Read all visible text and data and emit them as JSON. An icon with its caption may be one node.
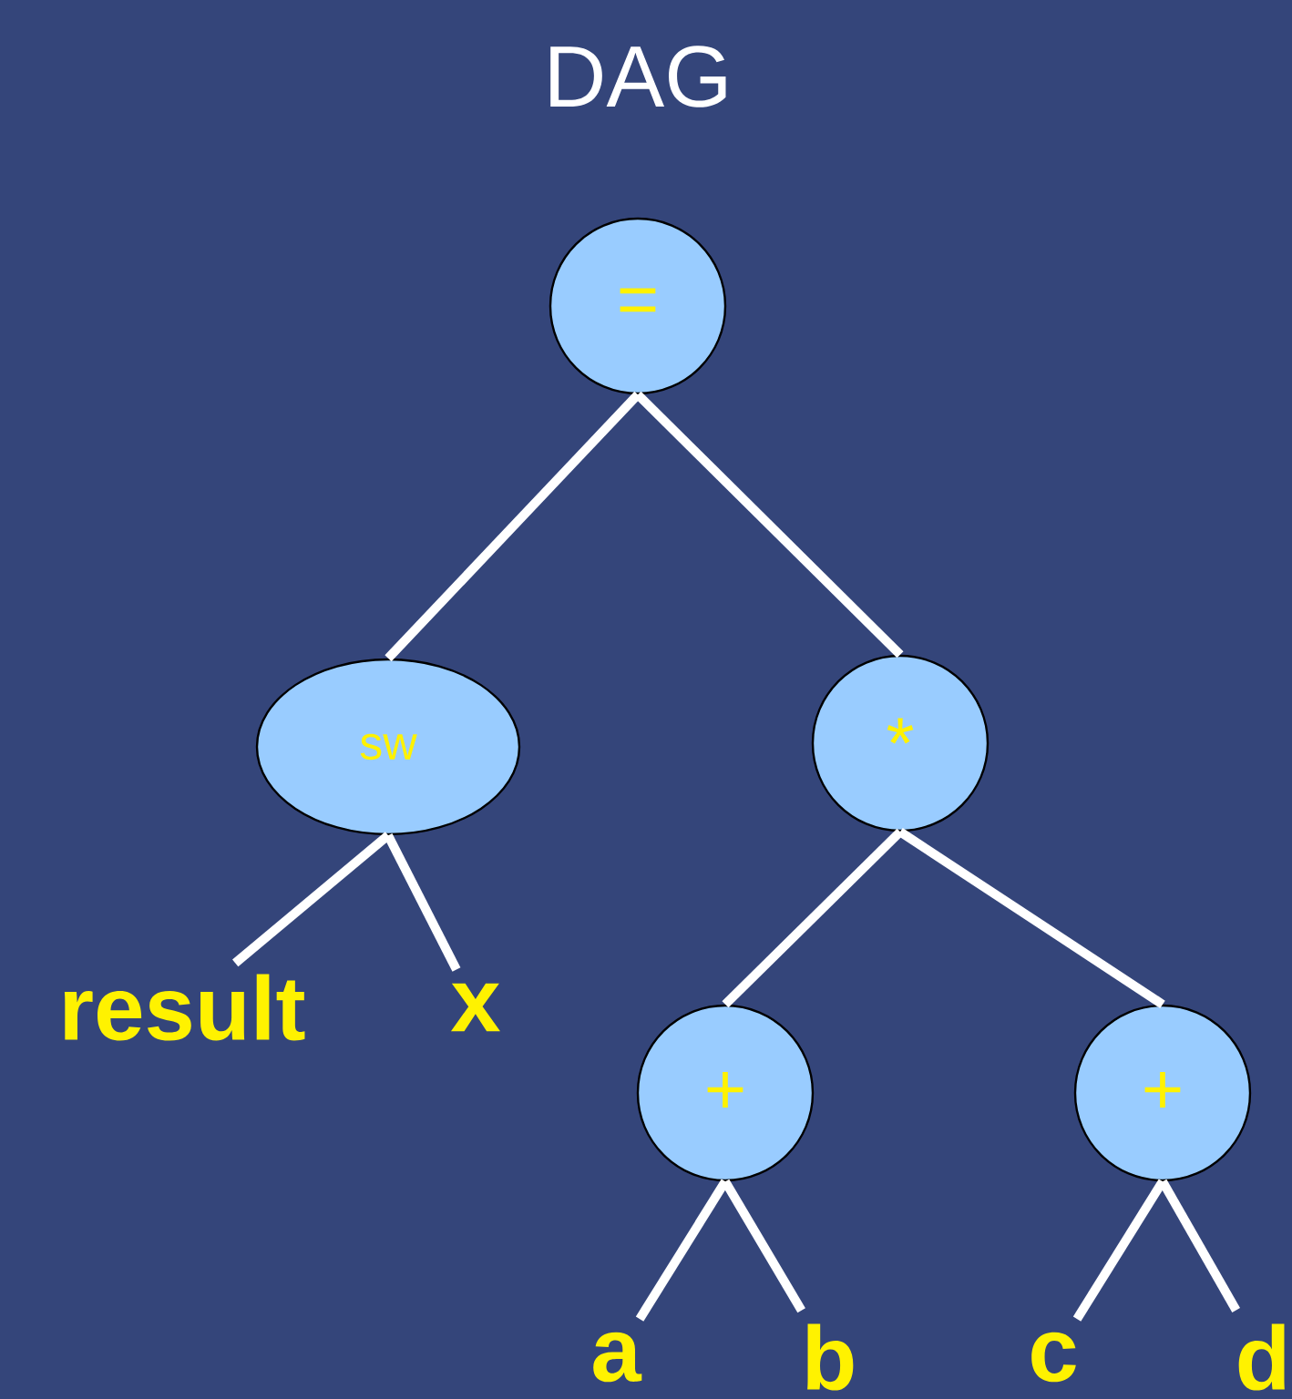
{
  "diagram": {
    "title": "DAG",
    "nodes": [
      {
        "text": [
          "="
        ]
      },
      {
        "text": [
          "sw"
        ]
      },
      {
        "text": [
          "*"
        ]
      },
      {
        "text": [
          "+"
        ]
      },
      {
        "text": [
          "+"
        ]
      },
      {
        "text": [
          "result"
        ]
      },
      {
        "text": [
          "x"
        ]
      },
      {
        "text": [
          "a"
        ]
      },
      {
        "text": [
          "b"
        ]
      },
      {
        "text": [
          "c"
        ]
      },
      {
        "text": [
          "d"
        ]
      }
    ],
    "edges": [
      {
        "from": 0,
        "to": 1,
        "arrow": "none"
      },
      {
        "from": 0,
        "to": 2,
        "arrow": "none"
      },
      {
        "from": 1,
        "to": 5,
        "arrow": "none"
      },
      {
        "from": 1,
        "to": 6,
        "arrow": "none"
      },
      {
        "from": 2,
        "to": 3,
        "arrow": "none"
      },
      {
        "from": 2,
        "to": 4,
        "arrow": "none"
      },
      {
        "from": 3,
        "to": 7,
        "arrow": "none"
      },
      {
        "from": 3,
        "to": 8,
        "arrow": "none"
      },
      {
        "from": 4,
        "to": 9,
        "arrow": "none"
      },
      {
        "from": 4,
        "to": 10,
        "arrow": "none"
      }
    ]
  }
}
